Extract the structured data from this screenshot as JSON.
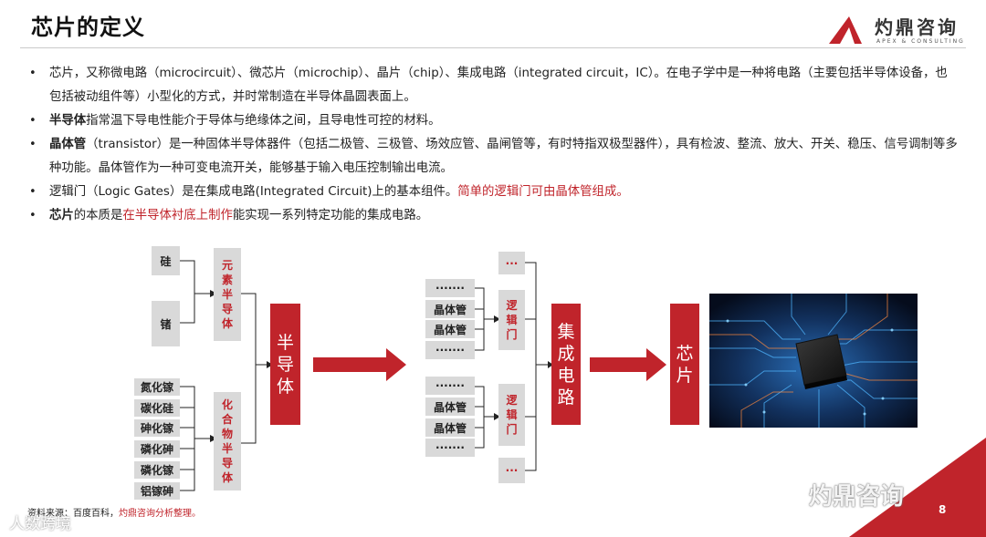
{
  "header": {
    "title": "芯片的定义",
    "logo_zh": "灼鼎咨询",
    "logo_en": "APEX & CONSULTING",
    "logo_icon": "triangle-logo-icon",
    "accent_color": "#c0242b"
  },
  "bullets": [
    {
      "text": "芯片，又称微电路（microcircuit）、微芯片（microchip）、晶片（chip）、集成电路（integrated circuit，IC）。在电子学中是一种将电路（主要包括半导体设备，也包括被动组件等）小型化的方式，并时常制造在半导体晶圆表面上。"
    },
    {
      "bold": "半导体",
      "text": "指常温下导电性能介于导体与绝缘体之间，且导电性可控的材料。"
    },
    {
      "bold": "晶体管",
      "text": "（transistor）是一种固体半导体器件（包括二极管、三极管、场效应管、晶闸管等，有时特指双极型器件），具有检波、整流、放大、开关、稳压、信号调制等多种功能。晶体管作为一种可变电流开关，能够基于输入电压控制输出电流。"
    },
    {
      "text": "逻辑门（Logic Gates）是在集成电路(Integrated Circuit)上的基本组件。",
      "red": "简单的逻辑门可由晶体管组成。"
    },
    {
      "bold": "芯片",
      "text": "的本质是",
      "red": "在半导体衬底上制作",
      "text2": "能实现一系列特定功能的集成电路。"
    }
  ],
  "diagram": {
    "elements": [
      "硅",
      "锗"
    ],
    "compounds": [
      "氮化镓",
      "碳化硅",
      "砷化镓",
      "磷化砷",
      "磷化镓",
      "铝镓砷"
    ],
    "elem_semi": "元素半导体",
    "comp_semi": "化合物半导体",
    "semiconductor": "半导体",
    "dots": "·······",
    "transistor": "晶体管",
    "ellipsis": "···",
    "logic_gate": "逻辑门",
    "ic": "集成电路",
    "chip": "芯片"
  },
  "footer": {
    "source_prefix": "资料来源：百度百科，",
    "source_red": "灼鼎咨询分析整理。",
    "page": "8",
    "watermark_right": "灼鼎咨询",
    "watermark_left": "人数跨境"
  }
}
